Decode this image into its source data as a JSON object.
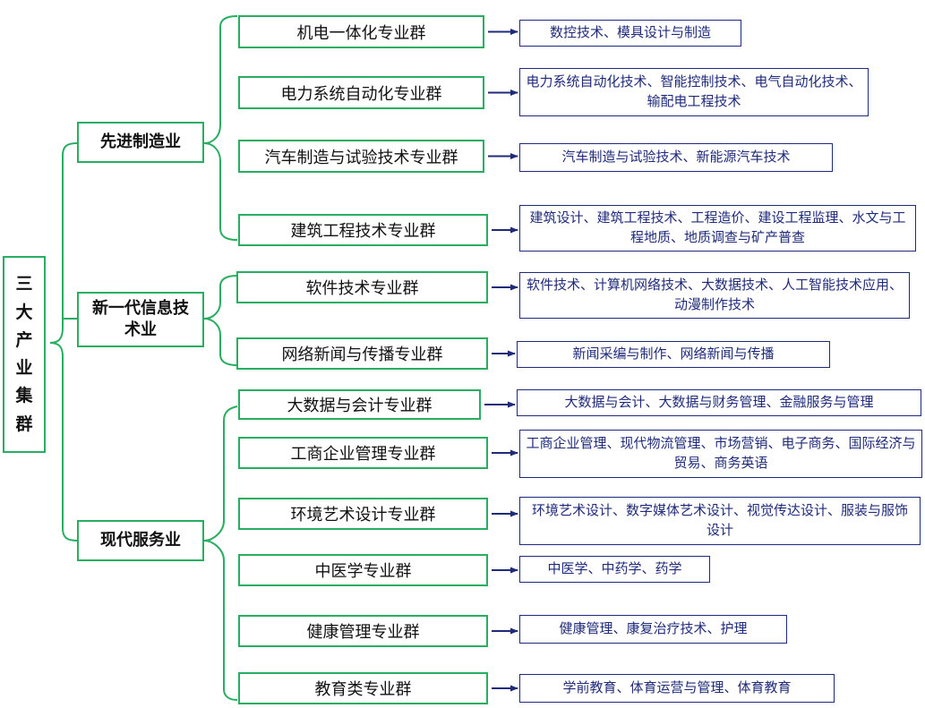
{
  "root": {
    "title_chars": [
      "三",
      "大",
      "产",
      "业",
      "集",
      "群"
    ]
  },
  "categories": [
    {
      "label": "先进制造业"
    },
    {
      "label": "新一代信息技术业"
    },
    {
      "label": "现代服务业"
    }
  ],
  "groups": [
    {
      "label": "机电一体化专业群",
      "majors": "数控技术、模具设计与制造"
    },
    {
      "label": "电力系统自动化专业群",
      "majors": "电力系统自动化技术、智能控制技术、电气自动化技术、输配电工程技术"
    },
    {
      "label": "汽车制造与试验技术专业群",
      "majors": "汽车制造与试验技术、新能源汽车技术"
    },
    {
      "label": "建筑工程技术专业群",
      "majors": "建筑设计、建筑工程技术、工程造价、建设工程监理、水文与工程地质、地质调查与矿产普查"
    },
    {
      "label": "软件技术专业群",
      "majors": "软件技术、计算机网络技术、大数据技术、人工智能技术应用、动漫制作技术"
    },
    {
      "label": "网络新闻与传播专业群",
      "majors": "新闻采编与制作、网络新闻与传播"
    },
    {
      "label": "大数据与会计专业群",
      "majors": "大数据与会计、大数据与财务管理、金融服务与管理"
    },
    {
      "label": "工商企业管理专业群",
      "majors": "工商企业管理、现代物流管理、市场营销、电子商务、国际经济与贸易、商务英语"
    },
    {
      "label": "环境艺术设计专业群",
      "majors": "环境艺术设计、数字媒体艺术设计、视觉传达设计、服装与服饰设计"
    },
    {
      "label": "中医学专业群",
      "majors": "中医学、中药学、药学"
    },
    {
      "label": "健康管理专业群",
      "majors": "健康管理、康复治疗技术、护理"
    },
    {
      "label": "教育类专业群",
      "majors": "学前教育、体育运营与管理、体育教育"
    }
  ],
  "colors": {
    "bracket": "#27ae60",
    "box_border": "#27ae60",
    "arrow": "#1f2b7a",
    "major_border": "#1f2b7a"
  }
}
